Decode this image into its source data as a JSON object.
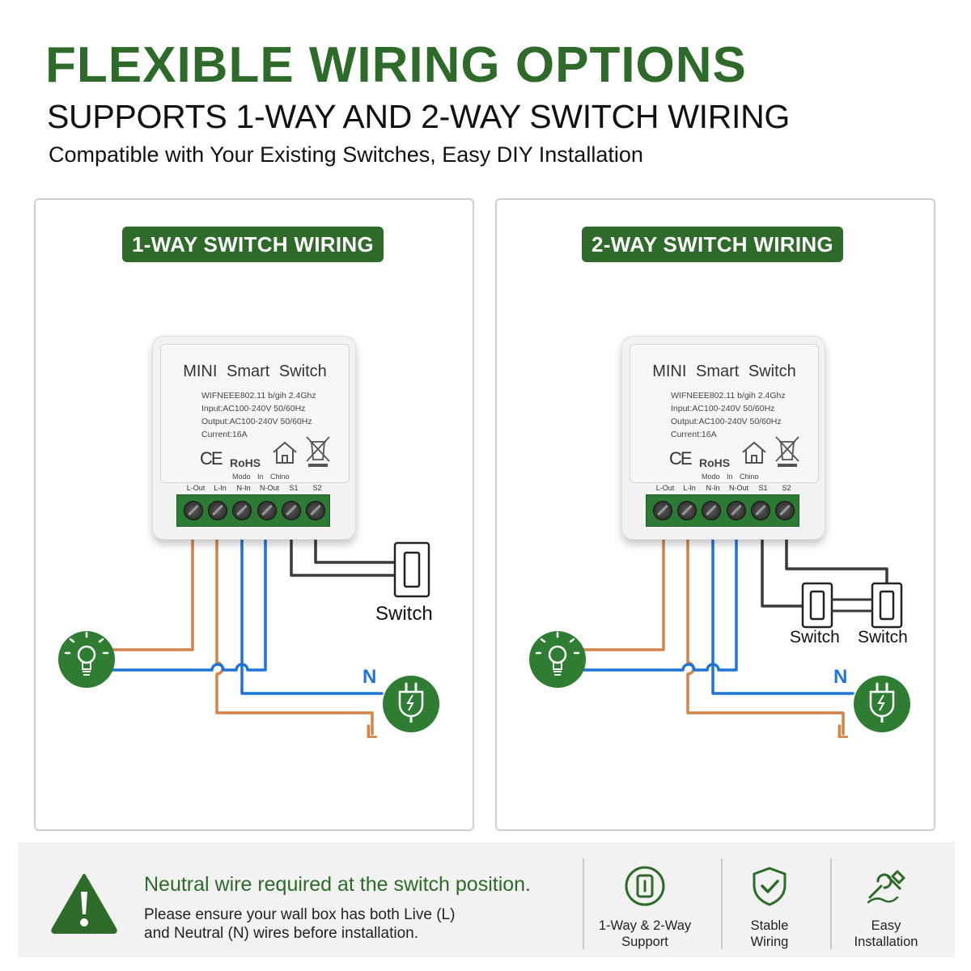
{
  "header": {
    "title": "FLEXIBLE WIRING OPTIONS",
    "subtitle": "SUPPORTS 1-WAY AND 2-WAY SWITCH WIRING",
    "tagline": "Compatible with Your Existing Switches, Easy DIY Installation"
  },
  "device": {
    "title": "MINI  Smart  Switch",
    "spec1": "WIFNEEE802.11 b/gih 2.4Ghz",
    "spec2": "Input:AC100-240V 50/60Hz",
    "spec3": "Output:AC100-240V 50/60Hz",
    "spec4": "Current:16A",
    "ce": "CE",
    "rohs": "RoHS",
    "made": "Modo In Chino",
    "terminals": [
      "L-Out",
      "L-In",
      "N-In",
      "N-Out",
      "S1",
      "S2"
    ]
  },
  "panels": {
    "one_way": {
      "badge": "1-WAY SWITCH WIRING",
      "switch_label": "Switch",
      "neutral": "N",
      "live": "L"
    },
    "two_way": {
      "badge": "2-WAY SWITCH WIRING",
      "switch1_label": "Switch",
      "switch2_label": "Switch",
      "neutral": "N",
      "live": "L"
    }
  },
  "footer": {
    "note_title": "Neutral wire required at the switch position.",
    "note_line1": "Please ensure your wall box has both Live (L)",
    "note_line2": "and Neutral (N) wires before installation.",
    "features": [
      {
        "line1": "1-Way & 2-Way",
        "line2": "Support",
        "icon": "switch-icon"
      },
      {
        "line1": "Stable",
        "line2": "Wiring",
        "icon": "shield-check-icon"
      },
      {
        "line1": "Easy",
        "line2": "Installation",
        "icon": "tools-icon"
      }
    ]
  },
  "colors": {
    "brand_green": "#2e6a2a",
    "live_wire": "#d2844a",
    "neutral_wire": "#1f74d6",
    "switch_wire": "#3a3a3a"
  }
}
